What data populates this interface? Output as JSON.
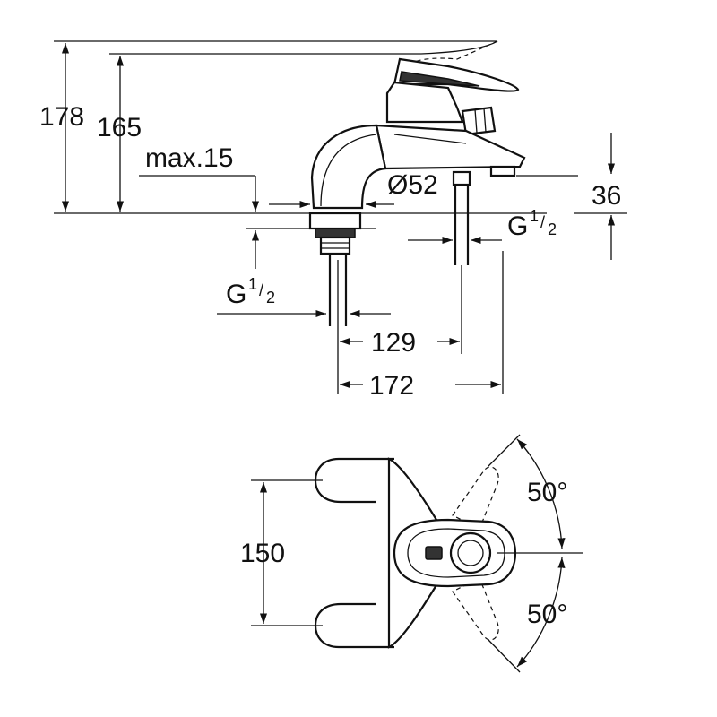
{
  "dimensions": {
    "height_total": "178",
    "height_spout": "165",
    "max_thickness": "max.15",
    "diameter": "Ø52",
    "outlet_height": "36",
    "thread_outlet_base": "G",
    "thread_outlet_num": "1",
    "thread_outlet_den": "2",
    "thread_inlet_base": "G",
    "thread_inlet_num": "1",
    "thread_inlet_den": "2",
    "centre_129": "129",
    "centre_172": "172",
    "centres_150": "150",
    "angle_upper": "50°",
    "angle_lower": "50°"
  }
}
